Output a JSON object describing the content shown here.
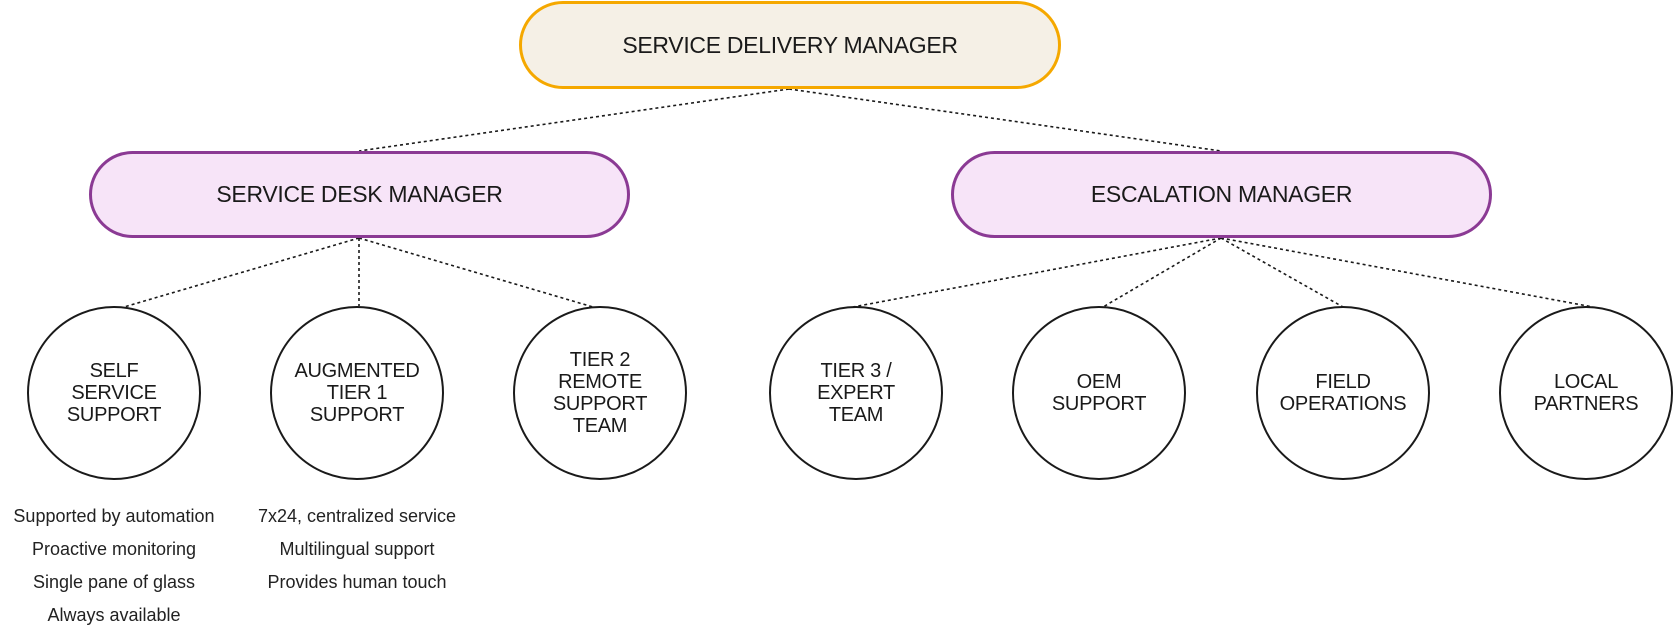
{
  "diagram": {
    "root": {
      "label": "SERVICE DELIVERY MANAGER",
      "border_color": "#F5A800",
      "fill_color": "#F5F0E6"
    },
    "managers": [
      {
        "id": "service-desk-manager",
        "label": "SERVICE DESK MANAGER",
        "border_color": "#8B3A94",
        "fill_color": "#F7E4F8"
      },
      {
        "id": "escalation-manager",
        "label": "ESCALATION MANAGER",
        "border_color": "#8B3A94",
        "fill_color": "#F7E4F8"
      }
    ],
    "teams": [
      {
        "id": "self-service-support",
        "lines": [
          "SELF",
          "SERVICE",
          "SUPPORT"
        ],
        "parent": "service-desk-manager",
        "details": [
          "Supported by automation",
          "Proactive monitoring",
          "Single pane of glass",
          "Always available"
        ]
      },
      {
        "id": "augmented-tier-1-support",
        "lines": [
          "AUGMENTED",
          "TIER 1",
          "SUPPORT"
        ],
        "parent": "service-desk-manager",
        "details": [
          "7x24, centralized service",
          "Multilingual support",
          "Provides human touch"
        ]
      },
      {
        "id": "tier-2-remote-support-team",
        "lines": [
          "TIER 2",
          "REMOTE",
          "SUPPORT",
          "TEAM"
        ],
        "parent": "service-desk-manager",
        "details": []
      },
      {
        "id": "tier-3-expert-team",
        "lines": [
          "TIER 3 /",
          "EXPERT",
          "TEAM"
        ],
        "parent": "escalation-manager",
        "details": []
      },
      {
        "id": "oem-support",
        "lines": [
          "OEM",
          "SUPPORT"
        ],
        "parent": "escalation-manager",
        "details": []
      },
      {
        "id": "field-operations",
        "lines": [
          "FIELD",
          "OPERATIONS"
        ],
        "parent": "escalation-manager",
        "details": []
      },
      {
        "id": "local-partners",
        "lines": [
          "LOCAL",
          "PARTNERS"
        ],
        "parent": "escalation-manager",
        "details": []
      }
    ],
    "connector_style": "dotted",
    "connector_color": "#1a1a1a"
  }
}
